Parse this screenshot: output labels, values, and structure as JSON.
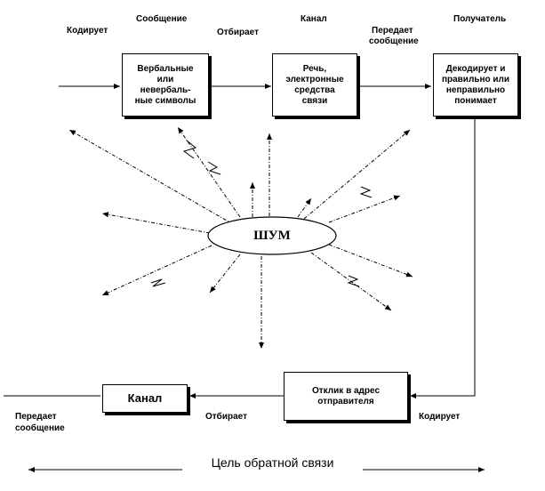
{
  "top_labels": {
    "encodes": "Кодирует",
    "message": "Сообщение",
    "selects": "Отбирает",
    "channel": "Канал",
    "transmits_line1": "Передает",
    "transmits_line2": "сообщение",
    "receiver": "Получатель"
  },
  "boxes": {
    "symbols": "Вербальные\nили\nневербаль-\nные символы",
    "speech": "Речь,\nэлектронные\nсредства\nсвязи",
    "decodes": "Декодирует и\nправильно или\nнеправильно\nпонимает",
    "response": "Отклик в адрес\nотправителя",
    "channel_bottom": "Канал"
  },
  "noise": "ШУМ",
  "bottom_labels": {
    "transmits_line1": "Передает",
    "transmits_line2": "сообщение",
    "selects": "Отбирает",
    "encodes": "Кодирует"
  },
  "feedback_loop": "Цель обратной связи"
}
